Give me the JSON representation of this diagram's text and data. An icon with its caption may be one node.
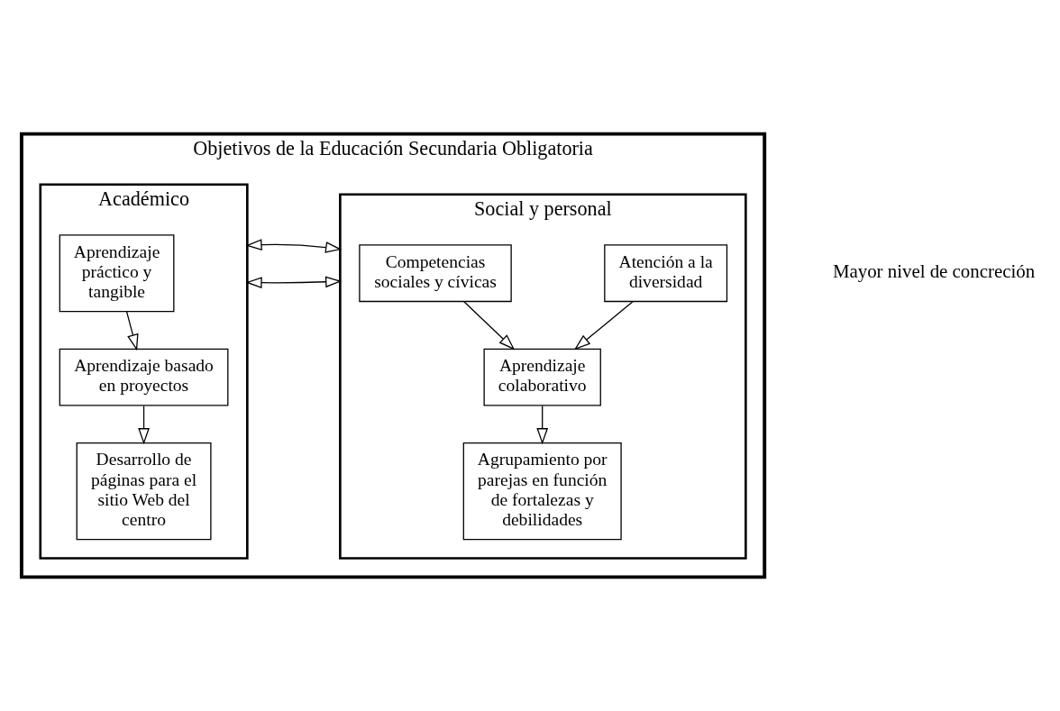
{
  "diagram": {
    "nodes": [
      {
        "text": [
          "Objetivos de la Educación Secundaria Obligatoria"
        ]
      },
      {
        "text": [
          "Académico"
        ],
        "in": 0
      },
      {
        "text": [
          "Social y personal"
        ],
        "in": 0
      },
      {
        "text": [
          "Aprendizaje práctico y tangible"
        ],
        "in": 1
      },
      {
        "text": [
          "Aprendizaje basado en proyectos"
        ],
        "in": 1
      },
      {
        "text": [
          "Desarrollo de páginas para el sitio Web del centro"
        ],
        "in": 1
      },
      {
        "text": [
          "Competencias sociales y cívicas"
        ],
        "in": 2
      },
      {
        "text": [
          "Atención a la diversidad"
        ],
        "in": 2
      },
      {
        "text": [
          "Aprendizaje colaborativo"
        ],
        "in": 2
      },
      {
        "text": [
          "Agrupamiento por parejas en función de fortalezas y debilidades"
        ],
        "in": 2
      }
    ],
    "edges": [
      {
        "from": 1,
        "to": 2,
        "arrow": "both"
      },
      {
        "from": 1,
        "to": 2,
        "arrow": "both"
      },
      {
        "from": 3,
        "to": 4,
        "arrow": "to"
      },
      {
        "from": 4,
        "to": 5,
        "arrow": "to"
      },
      {
        "from": 6,
        "to": 8,
        "arrow": "to"
      },
      {
        "from": 7,
        "to": 8,
        "arrow": "to"
      },
      {
        "from": 8,
        "to": 9,
        "arrow": "to"
      }
    ],
    "labels": [
      "Mayor nivel de concreción"
    ]
  }
}
